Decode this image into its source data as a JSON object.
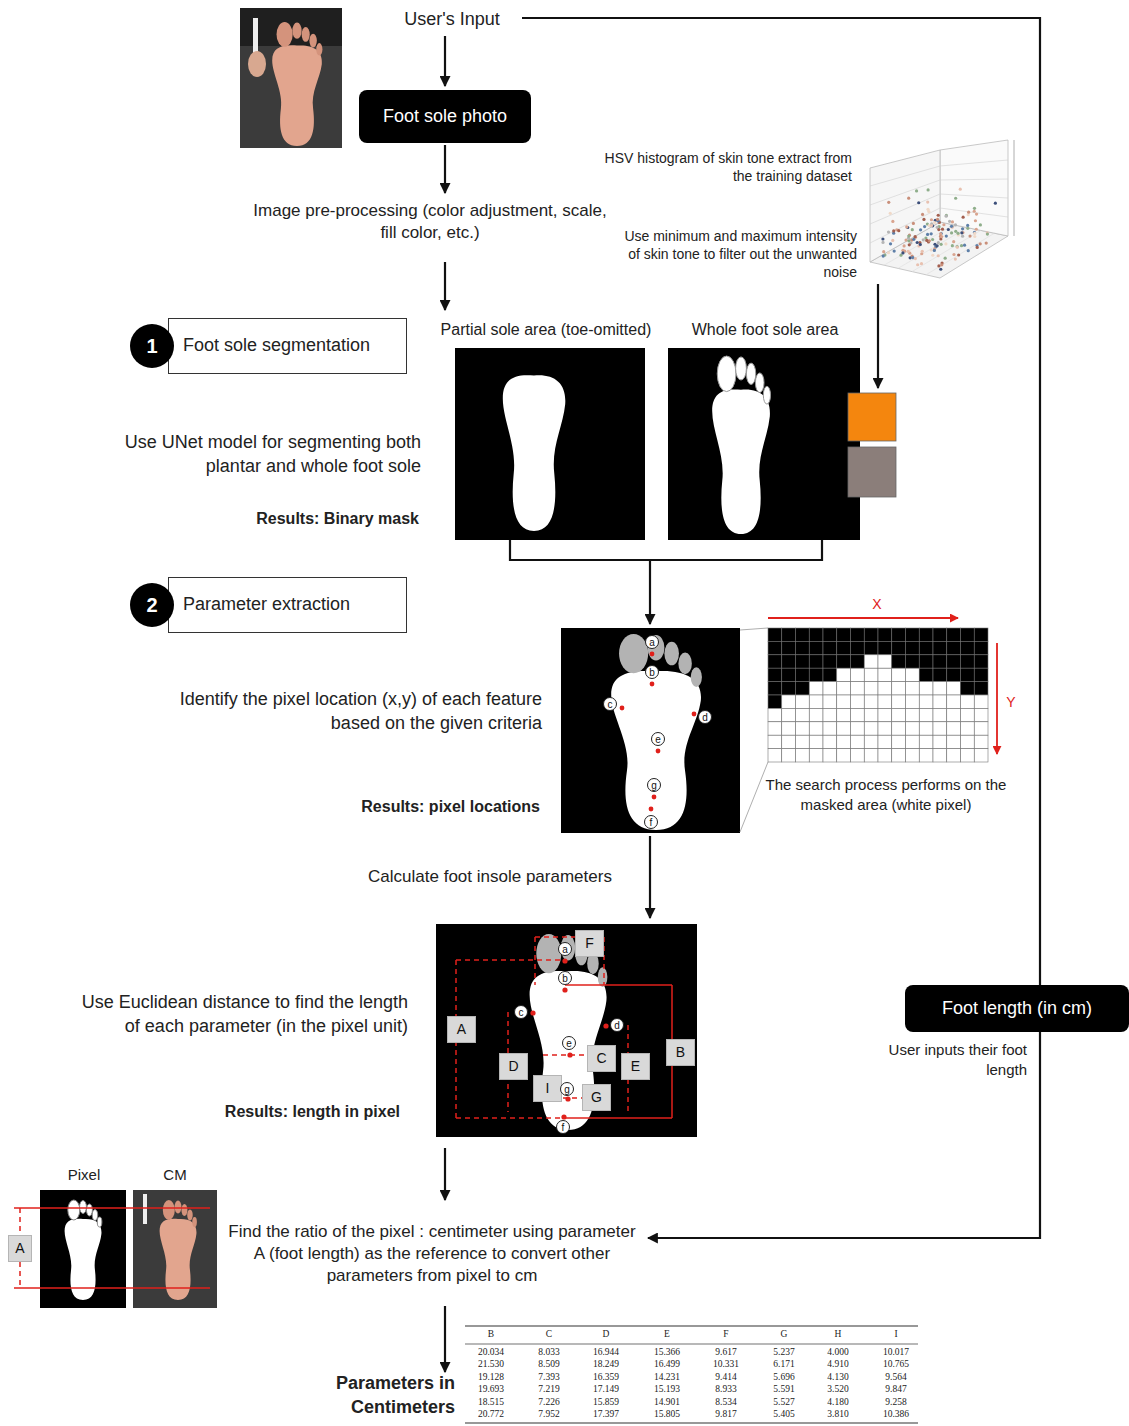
{
  "diagram": {
    "nodes": [
      {
        "text": [
          "Foot sole photo"
        ]
      },
      {
        "text": [
          "1"
        ]
      },
      {
        "text": [
          "Foot sole segmentation"
        ]
      },
      {
        "text": [
          "2"
        ]
      },
      {
        "text": [
          "Parameter extraction"
        ]
      },
      {
        "text": [
          "a"
        ]
      },
      {
        "text": [
          "b"
        ]
      },
      {
        "text": [
          "c"
        ]
      },
      {
        "text": [
          "d"
        ]
      },
      {
        "text": [
          "e"
        ]
      },
      {
        "text": [
          "g"
        ]
      },
      {
        "text": [
          "f"
        ]
      },
      {
        "text": [
          "F"
        ]
      },
      {
        "text": [
          "a"
        ]
      },
      {
        "text": [
          "b"
        ]
      },
      {
        "text": [
          "c"
        ]
      },
      {
        "text": [
          "A"
        ]
      },
      {
        "text": [
          "d"
        ]
      },
      {
        "text": [
          "B"
        ]
      },
      {
        "text": [
          "e"
        ]
      },
      {
        "text": [
          "C"
        ]
      },
      {
        "text": [
          "D"
        ]
      },
      {
        "text": [
          "E"
        ]
      },
      {
        "text": [
          "I"
        ]
      },
      {
        "text": [
          "G"
        ]
      },
      {
        "text": [
          "g"
        ]
      },
      {
        "text": [
          "f"
        ]
      },
      {
        "text": [
          "Foot length (in cm)"
        ]
      },
      {
        "text": [
          "A"
        ]
      }
    ],
    "labels": [
      "User's Input",
      "Image pre-processing (color adjustment, scale, fill color, etc.)",
      "HSV histogram of skin tone extract from the training dataset",
      "Use minimum and maximum intensity of skin tone to filter out the unwanted noise",
      "Partial sole area (toe-omitted)",
      "Whole foot sole area",
      "Use UNet model for segmenting both plantar and whole foot sole",
      "Results: Binary mask",
      "X",
      "Identify the pixel location (x,y) of each feature based on the given criteria",
      "Y",
      "The search process performs on the masked area (white pixel)",
      "Results: pixel locations",
      "Calculate foot insole parameters",
      "Use Euclidean distance to find the length of each parameter (in the pixel unit)",
      "Results: length in pixel",
      "User inputs their foot length",
      "Pixel",
      "CM",
      "Find the ratio of the pixel : centimeter using parameter A (foot length) as the reference to convert other parameters from pixel to cm",
      "Parameters in Centimeters",
      "B",
      "C",
      "D",
      "E",
      "F",
      "G",
      "H",
      "I",
      "20.034",
      "8.033",
      "16.944",
      "15.366",
      "9.617",
      "5.237",
      "4.000",
      "10.017",
      "21.530",
      "8.509",
      "18.249",
      "16.499",
      "10.331",
      "6.171",
      "4.910",
      "10.765",
      "19.128",
      "7.393",
      "16.359",
      "14.231",
      "9.414",
      "5.696",
      "4.130",
      "9.564",
      "19.693",
      "7.219",
      "17.149",
      "15.193",
      "8.933",
      "5.591",
      "3.520",
      "9.847",
      "18.515",
      "7.226",
      "15.859",
      "14.901",
      "8.534",
      "5.527",
      "4.180",
      "9.258",
      "20.772",
      "7.952",
      "17.397",
      "15.805",
      "9.817",
      "5.405",
      "3.810",
      "10.386"
    ]
  }
}
